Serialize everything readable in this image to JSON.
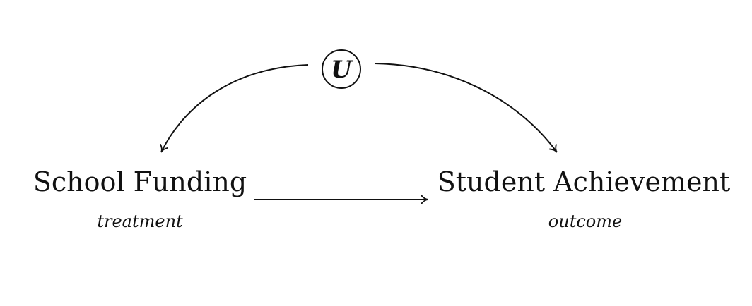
{
  "diagram": {
    "confounder": {
      "label": "U"
    },
    "treatment": {
      "label": "School Funding",
      "role": "treatment"
    },
    "outcome": {
      "label": "Student Achievement",
      "role": "outcome"
    },
    "edges": [
      {
        "from": "U",
        "to": "School Funding"
      },
      {
        "from": "U",
        "to": "Student Achievement"
      },
      {
        "from": "School Funding",
        "to": "Student Achievement"
      }
    ],
    "colors": {
      "ink": "#111111",
      "background": "#ffffff"
    }
  }
}
